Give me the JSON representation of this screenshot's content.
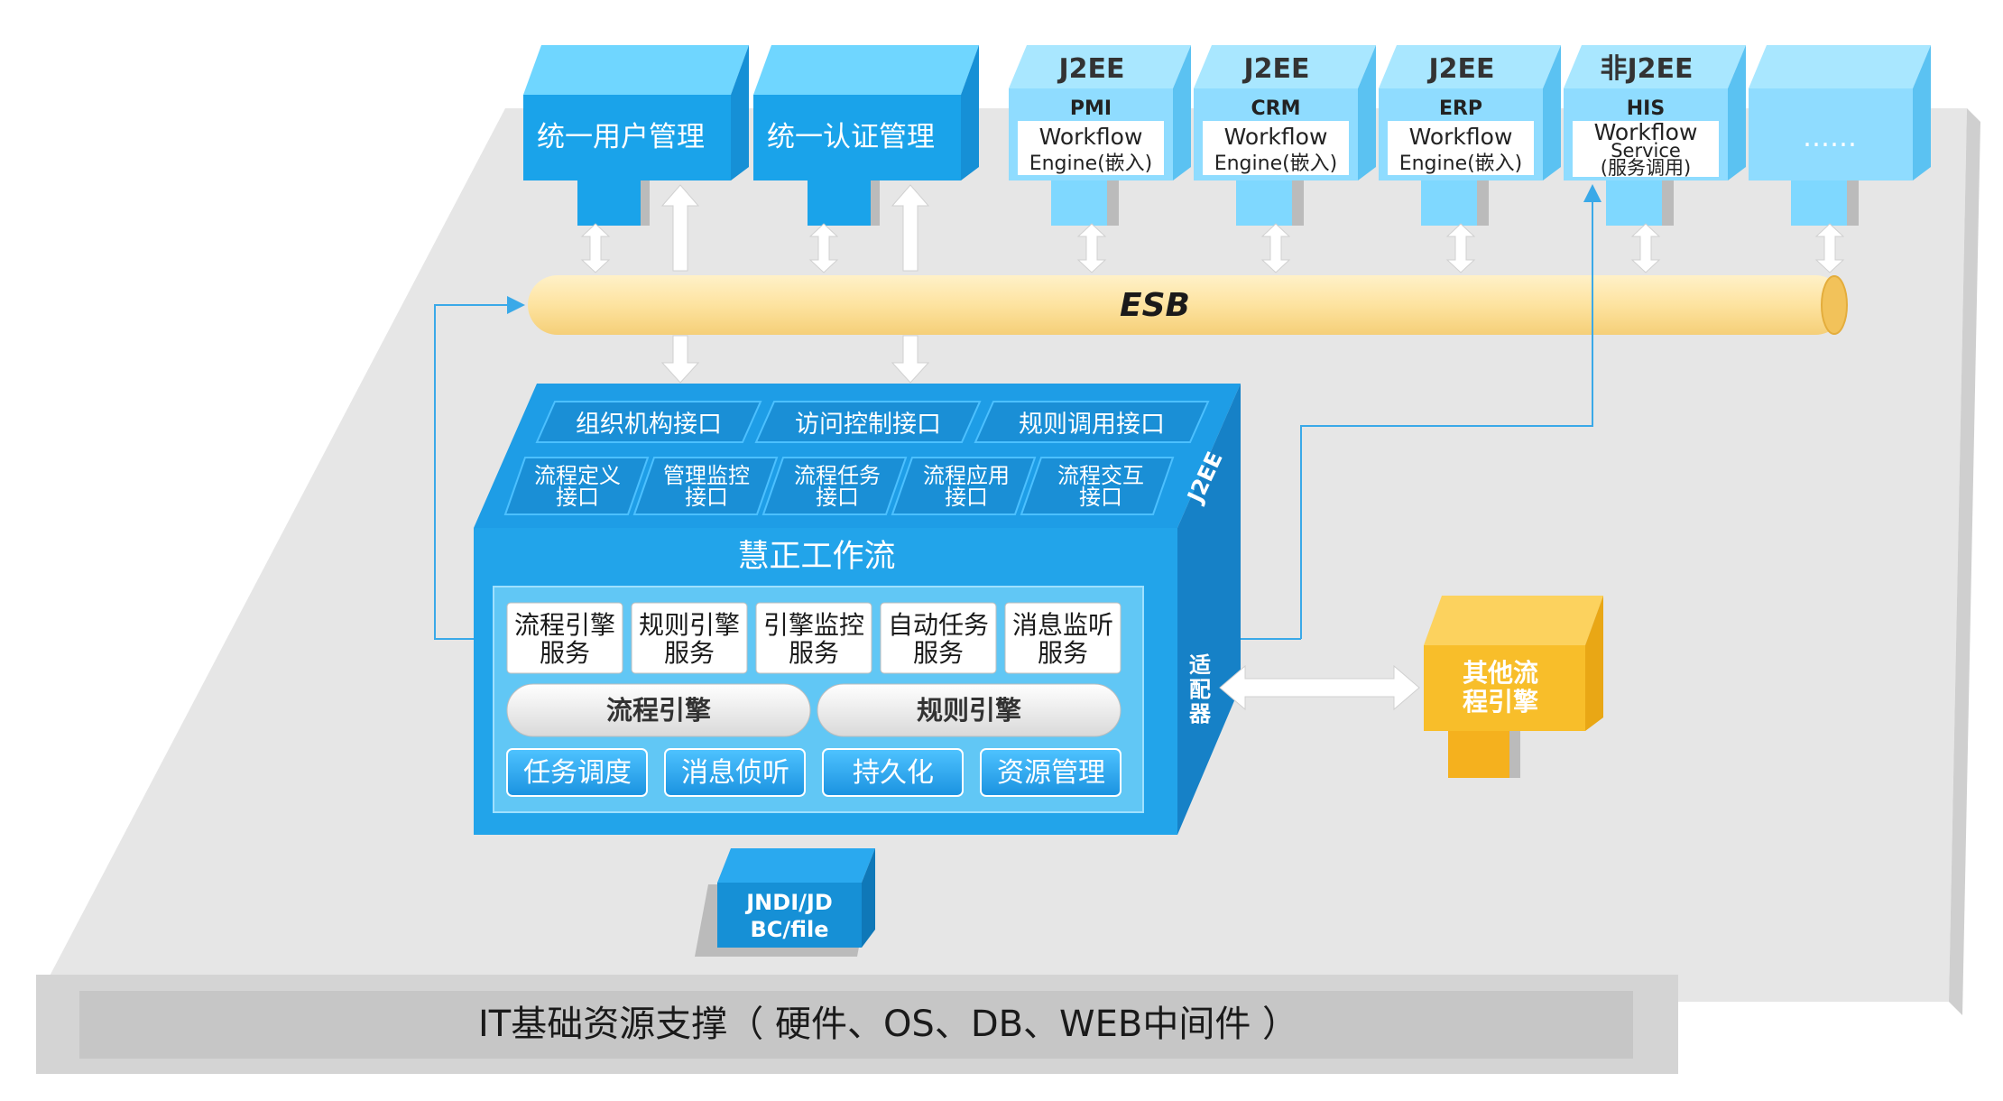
{
  "top_systems": [
    {
      "title": "统一用户管理"
    },
    {
      "title": "统一认证管理"
    },
    {
      "category": "J2EE",
      "name": "PMI",
      "line1": "Workflow",
      "line2": "Engine(嵌入)"
    },
    {
      "category": "J2EE",
      "name": "CRM",
      "line1": "Workflow",
      "line2": "Engine(嵌入)"
    },
    {
      "category": "J2EE",
      "name": "ERP",
      "line1": "Workflow",
      "line2": "Engine(嵌入)"
    },
    {
      "category": "非J2EE",
      "name": "HIS",
      "line1": "Workflow",
      "line2": "Service",
      "line3": "(服务调用)"
    },
    {
      "title": "……"
    }
  ],
  "esb": {
    "label": "ESB"
  },
  "engine_box": {
    "interfaces_row1": [
      "组织机构接口",
      "访问控制接口",
      "规则调用接口"
    ],
    "interfaces_row2": [
      {
        "l1": "流程定义",
        "l2": "接口"
      },
      {
        "l1": "管理监控",
        "l2": "接口"
      },
      {
        "l1": "流程任务",
        "l2": "接口"
      },
      {
        "l1": "流程应用",
        "l2": "接口"
      },
      {
        "l1": "流程交互",
        "l2": "接口"
      }
    ],
    "side_label": "J2EE",
    "title": "慧正工作流",
    "services": [
      {
        "l1": "流程引擎",
        "l2": "服务"
      },
      {
        "l1": "规则引擎",
        "l2": "服务"
      },
      {
        "l1": "引擎监控",
        "l2": "服务"
      },
      {
        "l1": "自动任务",
        "l2": "服务"
      },
      {
        "l1": "消息监听",
        "l2": "服务"
      }
    ],
    "engines": [
      "流程引擎",
      "规则引擎"
    ],
    "modules": [
      "任务调度",
      "消息侦听",
      "持久化",
      "资源管理"
    ],
    "adapter": [
      "适",
      "配",
      "器"
    ]
  },
  "other_engine": {
    "l1": "其他流",
    "l2": "程引擎"
  },
  "storage": {
    "l1": "JNDI/JD",
    "l2": "BC/file"
  },
  "base": {
    "label": "IT基础资源支撑（ 硬件、OS、DB、WEB中间件 ）"
  },
  "colors": {
    "blue": "#1aa3ea",
    "light_blue": "#6fd6ff",
    "esb": "#fde3a0",
    "orange": "#f8be2a",
    "platform": "#e6e6e6"
  }
}
